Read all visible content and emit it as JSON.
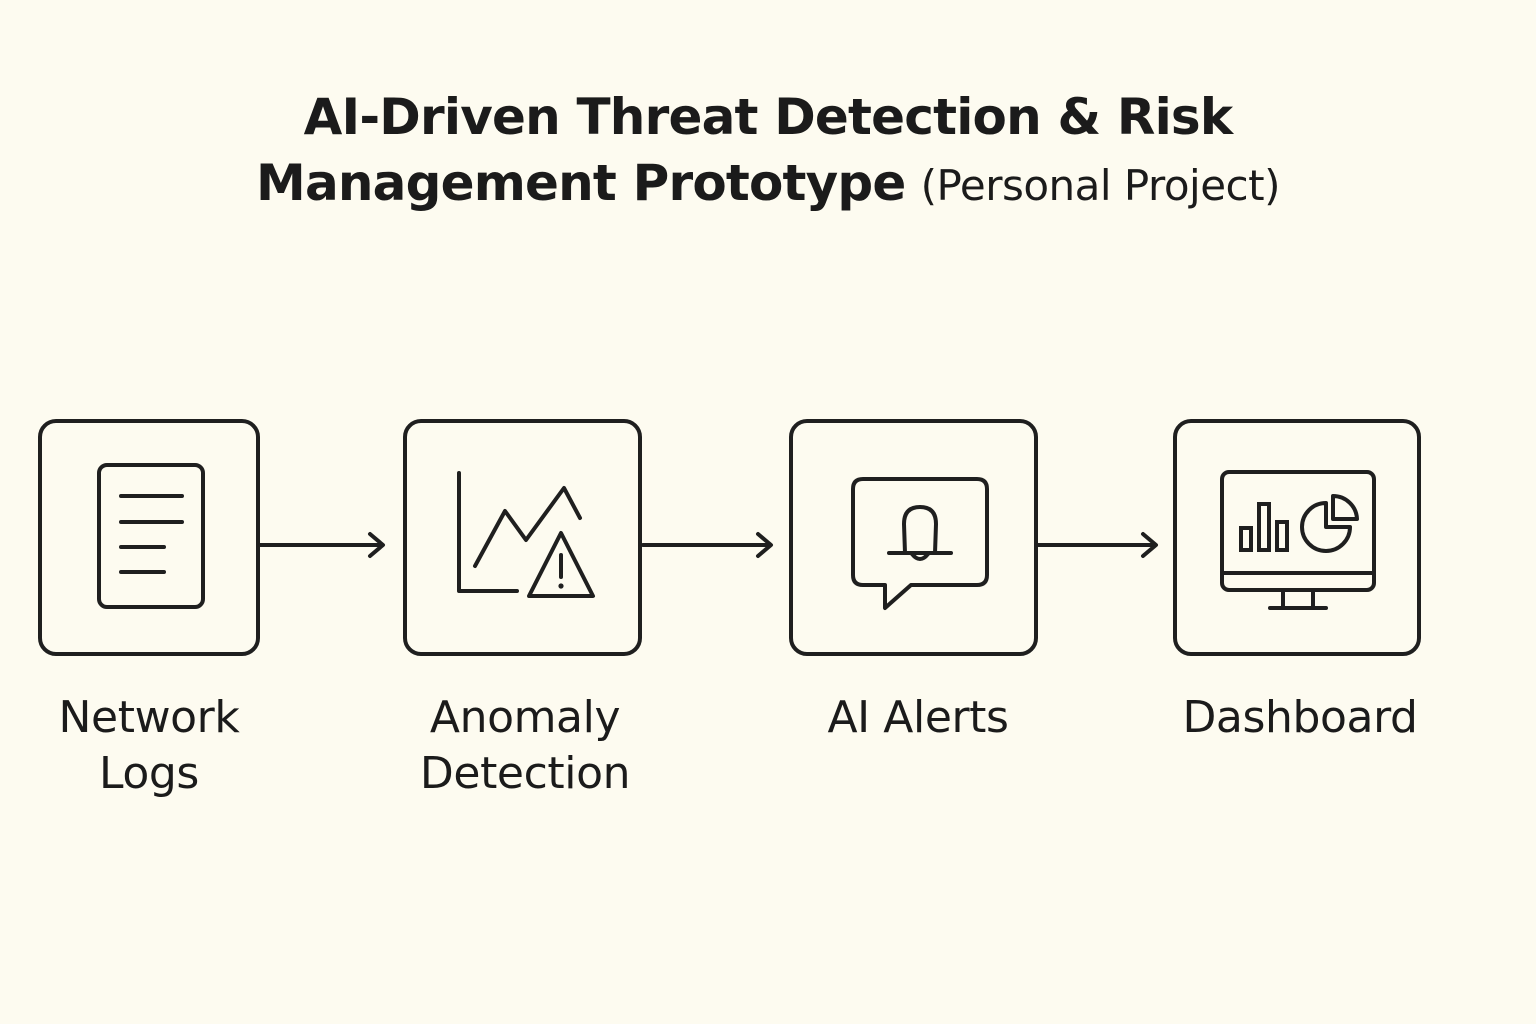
{
  "title": {
    "line1": "AI-Driven Threat Detection & Risk",
    "line2_main": "Management Prototype",
    "line2_sub": "(Personal Project)"
  },
  "steps": [
    {
      "icon": "document-icon",
      "label_line1": "Network",
      "label_line2": "Logs"
    },
    {
      "icon": "chart-warning-icon",
      "label_line1": "Anomaly",
      "label_line2": "Detection"
    },
    {
      "icon": "bell-message-icon",
      "label_line1": "AI Alerts"
    },
    {
      "icon": "monitor-chart-icon",
      "label_line1": "Dashboard"
    }
  ],
  "colors": {
    "background": "#fdfbf0",
    "stroke": "#1f1f1f"
  }
}
